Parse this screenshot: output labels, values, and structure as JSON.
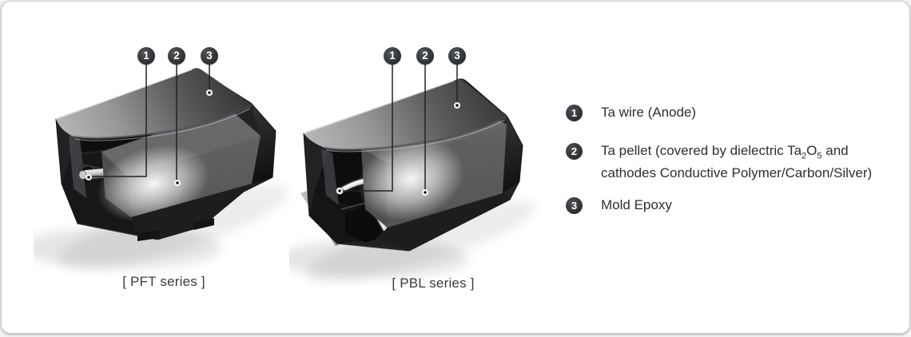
{
  "card": {
    "background": "#ffffff",
    "border_color": "#c9cacc"
  },
  "figures": [
    {
      "caption": "[ PFT series ]",
      "badges": [
        "1",
        "2",
        "3"
      ]
    },
    {
      "caption": "[ PBL series ]",
      "badges": [
        "1",
        "2",
        "3"
      ]
    }
  ],
  "legend": {
    "items": [
      {
        "num": "1",
        "text": "Ta wire (Anode)"
      },
      {
        "num": "2",
        "line1_pre": "Ta pellet (covered by dielectric Ta",
        "sub1": "2",
        "mid": "O",
        "sub2": "5",
        "line1_post": " and",
        "line2": "cathodes Conductive Polymer/Carbon/Silver)"
      },
      {
        "num": "3",
        "text": "Mold Epoxy"
      }
    ]
  },
  "colors": {
    "badge_bg": "#313438",
    "legend_text": "#2e2f32",
    "caption_text": "#3a3b3d",
    "case_dark": "#202224",
    "pellet_light": "#d2d3d5",
    "leader_line": "#222326"
  }
}
